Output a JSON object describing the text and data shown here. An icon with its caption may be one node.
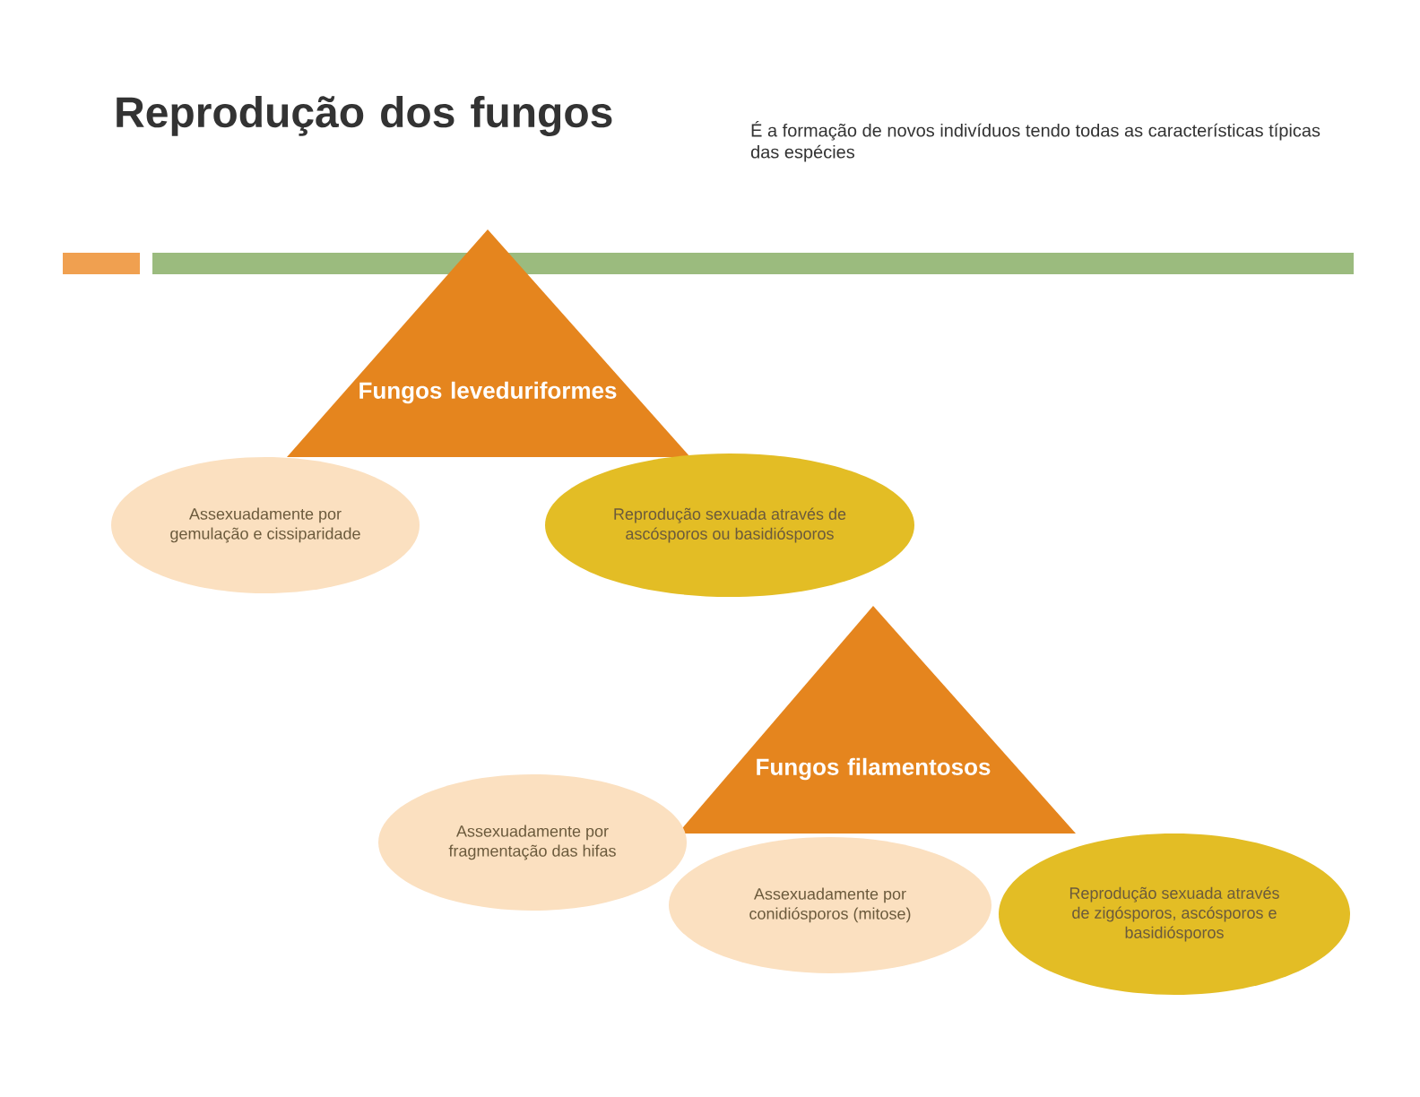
{
  "diagram": {
    "title": "Reprodução dos fungos",
    "nodes": [
      {
        "text": [
          "Fungos leveduriformes"
        ]
      },
      {
        "text": [
          "Assexuadamente por gemulação e cissiparidade"
        ]
      },
      {
        "text": [
          "Reprodução sexuada através de ascósporos ou basidiósporos"
        ]
      },
      {
        "text": [
          "Fungos filamentosos"
        ]
      },
      {
        "text": [
          "Assexuadamente por fragmentação das hifas"
        ]
      },
      {
        "text": [
          "Assexuadamente por conidiósporos (mitose)"
        ]
      },
      {
        "text": [
          "Reprodução sexuada através de zigósporos, ascósporos e basidiósporos"
        ]
      }
    ],
    "labels": [
      "É a formação de novos indivíduos tendo todas as características típicas das espécies"
    ]
  }
}
